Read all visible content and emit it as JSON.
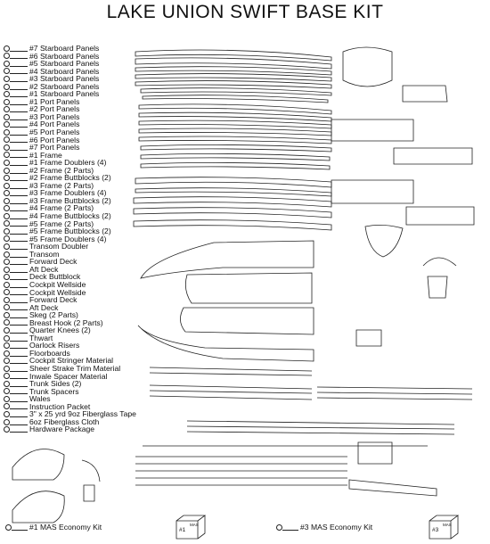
{
  "title": "LAKE UNION SWIFT BASE KIT",
  "parts": [
    "#7 Starboard Panels",
    "#6 Starboard Panels",
    "#5 Starboard Panels",
    "#4 Starboard Panels",
    "#3 Starboard Panels",
    "#2 Starboard Panels",
    "#1 Starboard Panels",
    "#1 Port Panels",
    "#2 Port Panels",
    "#3 Port Panels",
    "#4 Port Panels",
    "#5 Port Panels",
    "#6 Port Panels",
    "#7 Port Panels",
    "#1 Frame",
    "#1 Frame Doublers (4)",
    "#2 Frame (2 Parts)",
    "#2 Frame Buttblocks (2)",
    "#3 Frame (2 Parts)",
    "#3 Frame Doublers (4)",
    "#3 Frame Buttblocks (2)",
    "#4 Frame (2 Parts)",
    "#4 Frame Buttblocks (2)",
    "#5 Frame (2 Parts)",
    "#5 Frame Buttblocks (2)",
    "#5 Frame Doublers (4)",
    "Transom Doubler",
    "Transom",
    "Forward Deck",
    "Aft Deck",
    "Deck Buttblock",
    "Cockpit Wellside",
    "Cockpit Wellside",
    "Forward Deck",
    "Aft Deck",
    "Skeg (2 Parts)",
    "Breast Hook (2 Parts)",
    "Quarter Knees (2)",
    "Thwart",
    "Oarlock Risers",
    "Floorboards",
    "Cockpit Stringer Material",
    "Sheer Strake Trim Material",
    "Inwale Spacer Material",
    "Trunk Sides (2)",
    "Trunk Spacers",
    "Wales",
    "Instruction Packet",
    "3\" x 25 yrd 9oz Fiberglass Tape",
    "6oz Fiberglass Cloth",
    "Hardware Package"
  ],
  "kits": {
    "kit1_label": "#1 MAS Economy Kit",
    "kit3_label": "#3 MAS Economy Kit",
    "box1_text": "#1",
    "box3_text": "#3",
    "brand": "MAS"
  },
  "colors": {
    "ink": "#222222",
    "paper": "#ffffff"
  }
}
